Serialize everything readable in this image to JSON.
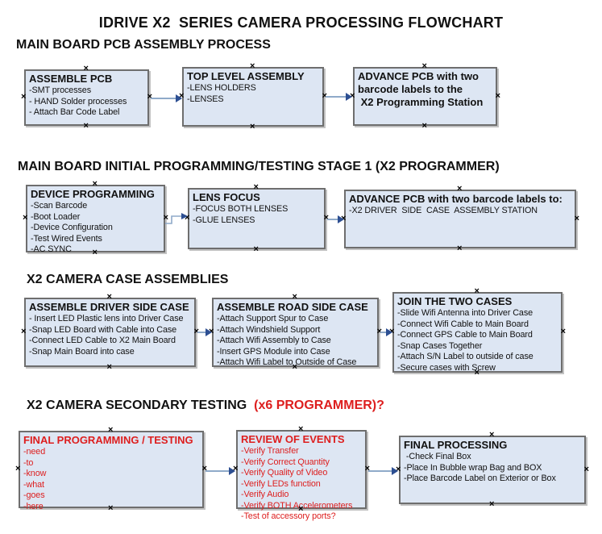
{
  "title": "IDRIVE X2  SERIES CAMERA PROCESSING FLOWCHART",
  "icons": {
    "connection_anchor": "×"
  },
  "colors": {
    "box_fill": "#dde6f3",
    "box_border": "#6e6e6e",
    "red": "#dd1e1e",
    "arrow_line": "#8faac9",
    "arrow_head": "#2d4f92"
  },
  "sections": [
    {
      "header": "MAIN BOARD PCB ASSEMBLY PROCESS",
      "header_red": "",
      "boxes": [
        {
          "title_lines": [
            "ASSEMBLE PCB"
          ],
          "lines": [
            "-SMT processes",
            "- HAND Solder processes",
            "- Attach Bar Code Label"
          ]
        },
        {
          "title_lines": [
            "TOP LEVEL ASSEMBLY"
          ],
          "lines": [
            "-LENS HOLDERS",
            "-LENSES"
          ]
        },
        {
          "title_lines": [
            "ADVANCE PCB with two",
            "barcode labels to the",
            " X2 Programming Station"
          ],
          "lines": []
        }
      ]
    },
    {
      "header": "MAIN BOARD INITIAL PROGRAMMING/TESTING STAGE 1 (X2 PROGRAMMER)",
      "header_red": "",
      "boxes": [
        {
          "title_lines": [
            "DEVICE PROGRAMMING"
          ],
          "lines": [
            "-Scan Barcode",
            "-Boot Loader",
            "-Device Configuration",
            "-Test Wired Events",
            "-AC SYNC"
          ]
        },
        {
          "title_lines": [
            "LENS FOCUS"
          ],
          "lines": [
            "-FOCUS BOTH LENSES",
            "-GLUE LENSES"
          ]
        },
        {
          "title_lines": [
            "ADVANCE PCB with two barcode labels to:"
          ],
          "lines": [
            "-X2 DRIVER  SIDE  CASE  ASSEMBLY STATION"
          ]
        }
      ]
    },
    {
      "header": "X2 CAMERA CASE ASSEMBLIES",
      "header_red": "",
      "boxes": [
        {
          "title_lines": [
            "ASSEMBLE DRIVER SIDE CASE"
          ],
          "lines": [
            "- Insert LED Plastic lens into Driver Case",
            "-Snap LED Board with Cable into Case",
            "-Connect LED Cable to X2 Main Board",
            "-Snap Main Board into case"
          ]
        },
        {
          "title_lines": [
            "ASSEMBLE ROAD SIDE CASE"
          ],
          "lines": [
            "-Attach Support Spur to Case",
            "-Attach Windshield Support",
            "-Attach Wifi Assembly to Case",
            "-Insert GPS Module into Case",
            "-Attach Wifi Label to Outside of Case"
          ]
        },
        {
          "title_lines": [
            "JOIN THE TWO CASES"
          ],
          "lines": [
            "-Slide Wifi Antenna into Driver Case",
            "-Connect Wifi Cable to Main Board",
            "-Connect GPS Cable to Main Board",
            "-Snap Cases Together",
            "-Attach S/N Label to outside of case",
            "-Secure cases with Screw"
          ]
        }
      ]
    },
    {
      "header": "X2 CAMERA SECONDARY TESTING ",
      "header_red": " (x6 PROGRAMMER)?",
      "boxes": [
        {
          "title_lines": [
            "FINAL PROGRAMMING / TESTING"
          ],
          "lines": [
            "-need",
            "-to",
            "-know",
            "-what",
            "-goes",
            "-here"
          ]
        },
        {
          "title_lines": [
            "REVIEW OF EVENTS"
          ],
          "lines": [
            "-Verify Transfer",
            "-Verify Correct Quantity",
            "-Verify Quality of Video",
            "-Verify LEDs function",
            "-Verify Audio",
            "-Verify BOTH Accelerometers",
            "-Test of accessory ports?"
          ]
        },
        {
          "title_lines": [
            "FINAL PROCESSING"
          ],
          "lines": [
            " -Check Final Box",
            "-Place In Bubble wrap Bag and BOX",
            "-Place Barcode Label on Exterior or Box"
          ]
        }
      ]
    }
  ]
}
